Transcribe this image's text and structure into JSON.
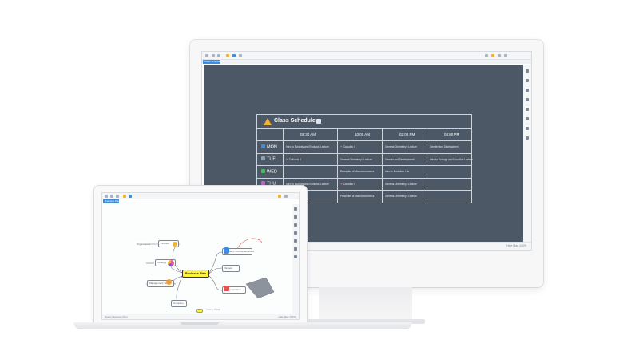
{
  "monitor": {
    "tab_label": "Class Schedule",
    "status_right": "Hide Map 100%",
    "schedule": {
      "title": "Class Schedule",
      "time_headers": [
        "08:30 AM",
        "10:00 AM",
        "02:00 PM",
        "04:00 PM"
      ],
      "days": [
        {
          "label": "MON",
          "color": "#3a8de0",
          "cells": [
            "Intro to Ecology and Evolution Lecture",
            "Calculus II",
            "General Chemistry I Lecture",
            "Gender and Development"
          ]
        },
        {
          "label": "TUE",
          "color": "#8ea1b6",
          "cells": [
            "Calculus II",
            "General Chemistry I Lecture",
            "Gender and Development",
            "Intro to Ecology and Evolution Lecture"
          ]
        },
        {
          "label": "WED",
          "color": "#3fbf5f",
          "cells": [
            "",
            "Principles of Macroeconomics",
            "Intro to Evolution Lab",
            ""
          ]
        },
        {
          "label": "THU",
          "color": "#c05fd8",
          "cells": [
            "Intro to Ecology and Evolution Lecture",
            "Calculus II",
            "General Chemistry I Lecture",
            ""
          ]
        },
        {
          "label": "",
          "color": "#4c5865",
          "cells": [
            "",
            "Principles of Macroeconomics",
            "General Chemistry I Lecture",
            ""
          ]
        }
      ],
      "flags": [
        [
          false,
          true,
          false,
          false
        ],
        [
          true,
          false,
          false,
          false
        ],
        [
          false,
          false,
          false,
          false
        ],
        [
          false,
          true,
          false,
          false
        ],
        [
          false,
          false,
          false,
          false
        ]
      ]
    }
  },
  "laptop": {
    "tab_label": "Business Plan",
    "status_left": "Sheet: Business Plan",
    "status_right": "Hide Map 100%",
    "central_topic": "Business Plan",
    "nodes": {
      "finance": "Finance",
      "strategy": "Strategy",
      "mgmt_team": "Management Team",
      "research": "Research and Development",
      "targets": "Targets",
      "organization": "Organization",
      "implementation": "Implementation",
      "company": "Company"
    },
    "note_label": "Looking Ahead"
  }
}
